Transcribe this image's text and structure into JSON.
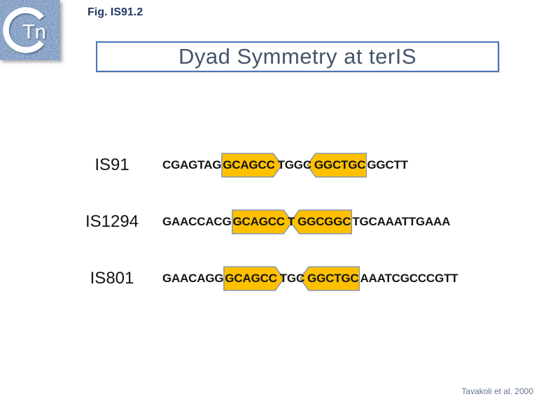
{
  "slide": {
    "fig_label": "Fig. IS91.2",
    "title": "Dyad Symmetry at terIS",
    "citation": "Tavakoli et al. 2000",
    "logo": {
      "text": "Tn"
    },
    "colors": {
      "highlight_fill": "#FFC000",
      "highlight_border": "#8496B0",
      "title_text": "#44546A",
      "title_border": "#4A72B8",
      "fig_label_text": "#203864",
      "citation_text": "#64748F",
      "logo_background": "#4E74A9",
      "sequence_text": "#141414"
    },
    "rows": [
      {
        "label": "IS91",
        "segments": [
          {
            "text": "CGAGTAG",
            "highlight": "none"
          },
          {
            "text": "GCAGCC",
            "highlight": "right"
          },
          {
            "text": "TGGC",
            "highlight": "none"
          },
          {
            "text": "GGCTGC",
            "highlight": "left"
          },
          {
            "text": "GGCTT",
            "highlight": "none"
          }
        ]
      },
      {
        "label": "IS1294",
        "segments": [
          {
            "text": "GAACCACG",
            "highlight": "none"
          },
          {
            "text": "GCAGCC",
            "highlight": "right"
          },
          {
            "text": "T",
            "highlight": "none"
          },
          {
            "text": "GGCGGC",
            "highlight": "left"
          },
          {
            "text": "TGCAAATTGAAA",
            "highlight": "none"
          }
        ]
      },
      {
        "label": "IS801",
        "segments": [
          {
            "text": "GAACAGG",
            "highlight": "none"
          },
          {
            "text": "GCAGCC",
            "highlight": "right"
          },
          {
            "text": "TGC",
            "highlight": "none"
          },
          {
            "text": "GGCTGC",
            "highlight": "left"
          },
          {
            "text": "AAATCGCCCGTT",
            "highlight": "none"
          }
        ]
      }
    ]
  }
}
